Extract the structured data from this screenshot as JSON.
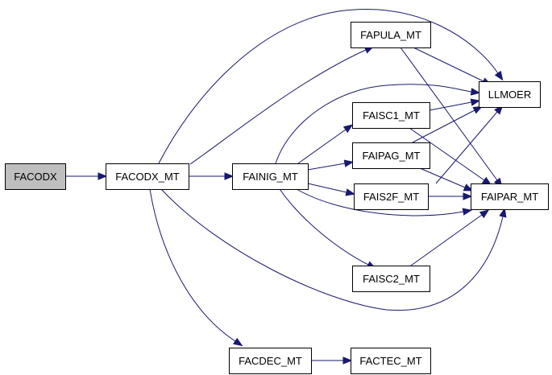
{
  "diagram": {
    "type": "call-graph",
    "edge_color": "#191970",
    "root_fill": "#bfbfbf",
    "nodes": [
      {
        "id": "FACODX",
        "label": "FACODX",
        "root": true
      },
      {
        "id": "FACODX_MT",
        "label": "FACODX_MT"
      },
      {
        "id": "FAPULA_MT",
        "label": "FAPULA_MT"
      },
      {
        "id": "LLMOER",
        "label": "LLMOER"
      },
      {
        "id": "FAINIG_MT",
        "label": "FAINIG_MT"
      },
      {
        "id": "FAISC1_MT",
        "label": "FAISC1_MT"
      },
      {
        "id": "FAIPAG_MT",
        "label": "FAIPAG_MT"
      },
      {
        "id": "FAIS2F_MT",
        "label": "FAIS2F_MT"
      },
      {
        "id": "FAIPAR_MT",
        "label": "FAIPAR_MT"
      },
      {
        "id": "FAISC2_MT",
        "label": "FAISC2_MT"
      },
      {
        "id": "FACDEC_MT",
        "label": "FACDEC_MT"
      },
      {
        "id": "FACTEC_MT",
        "label": "FACTEC_MT"
      }
    ],
    "edges": [
      {
        "from": "FACODX",
        "to": "FACODX_MT"
      },
      {
        "from": "FACODX_MT",
        "to": "FAPULA_MT"
      },
      {
        "from": "FACODX_MT",
        "to": "LLMOER"
      },
      {
        "from": "FACODX_MT",
        "to": "FAINIG_MT"
      },
      {
        "from": "FACODX_MT",
        "to": "FAIPAR_MT"
      },
      {
        "from": "FACODX_MT",
        "to": "FACDEC_MT"
      },
      {
        "from": "FAPULA_MT",
        "to": "LLMOER"
      },
      {
        "from": "FAPULA_MT",
        "to": "FAIPAR_MT"
      },
      {
        "from": "FAINIG_MT",
        "to": "LLMOER"
      },
      {
        "from": "FAINIG_MT",
        "to": "FAISC1_MT"
      },
      {
        "from": "FAINIG_MT",
        "to": "FAIPAG_MT"
      },
      {
        "from": "FAINIG_MT",
        "to": "FAIS2F_MT"
      },
      {
        "from": "FAINIG_MT",
        "to": "FAIPAR_MT"
      },
      {
        "from": "FAINIG_MT",
        "to": "FAISC2_MT"
      },
      {
        "from": "FAISC1_MT",
        "to": "LLMOER"
      },
      {
        "from": "FAISC1_MT",
        "to": "FAIPAR_MT"
      },
      {
        "from": "FAIPAG_MT",
        "to": "LLMOER"
      },
      {
        "from": "FAIPAG_MT",
        "to": "FAIPAR_MT"
      },
      {
        "from": "FAIS2F_MT",
        "to": "LLMOER"
      },
      {
        "from": "FAIS2F_MT",
        "to": "FAIPAR_MT"
      },
      {
        "from": "FAISC2_MT",
        "to": "FAIPAR_MT"
      },
      {
        "from": "FACDEC_MT",
        "to": "FACTEC_MT"
      }
    ]
  }
}
